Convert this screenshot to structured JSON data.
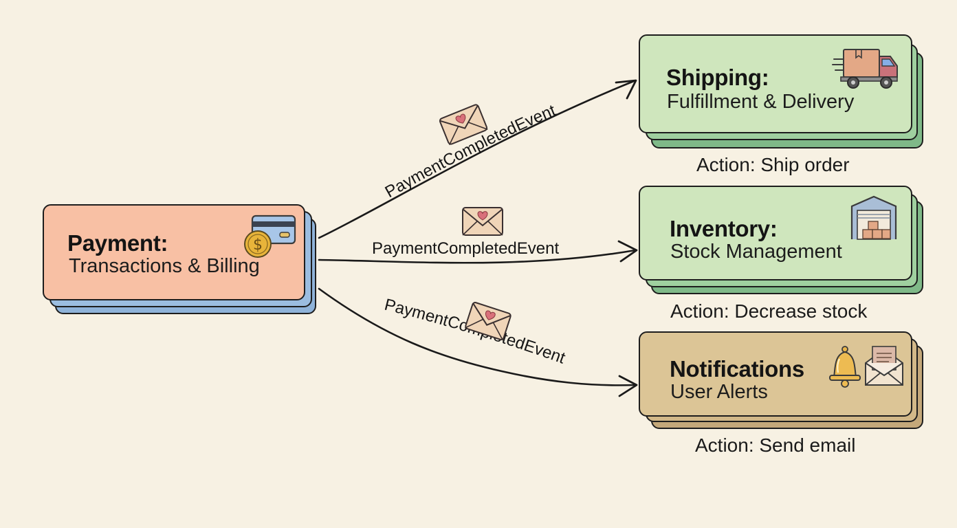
{
  "diagram": {
    "type": "event-driven-architecture",
    "source": {
      "title": "Payment:",
      "subtitle": "Transactions & Billing",
      "icons": [
        "credit-card-icon",
        "coin-icon"
      ],
      "color": "#f8c0a4",
      "stack_color": "#8fb3d9"
    },
    "edges": [
      {
        "label": "PaymentCompletedEvent",
        "icon": "envelope-heart-icon",
        "target": "shipping"
      },
      {
        "label": "PaymentCompletedEvent",
        "icon": "envelope-heart-icon",
        "target": "inventory"
      },
      {
        "label": "PaymentCompletedEvent",
        "icon": "envelope-heart-icon",
        "target": "notifications"
      }
    ],
    "targets": [
      {
        "id": "shipping",
        "title": "Shipping:",
        "subtitle": "Fulfillment & Delivery",
        "action": "Action: Ship order",
        "icon": "delivery-truck-icon",
        "color": "#cfe6bd",
        "stack_color": "#86c08e"
      },
      {
        "id": "inventory",
        "title": "Inventory:",
        "subtitle": "Stock Management",
        "action": "Action: Decrease stock",
        "icon": "warehouse-icon",
        "color": "#cfe6bd",
        "stack_color": "#86c08e"
      },
      {
        "id": "notifications",
        "title": "Notifications",
        "subtitle": "User Alerts",
        "action": "Action: Send email",
        "icons": [
          "bell-icon",
          "open-envelope-icon"
        ],
        "color": "#dcc596",
        "stack_color": "#c9ae80"
      }
    ]
  }
}
